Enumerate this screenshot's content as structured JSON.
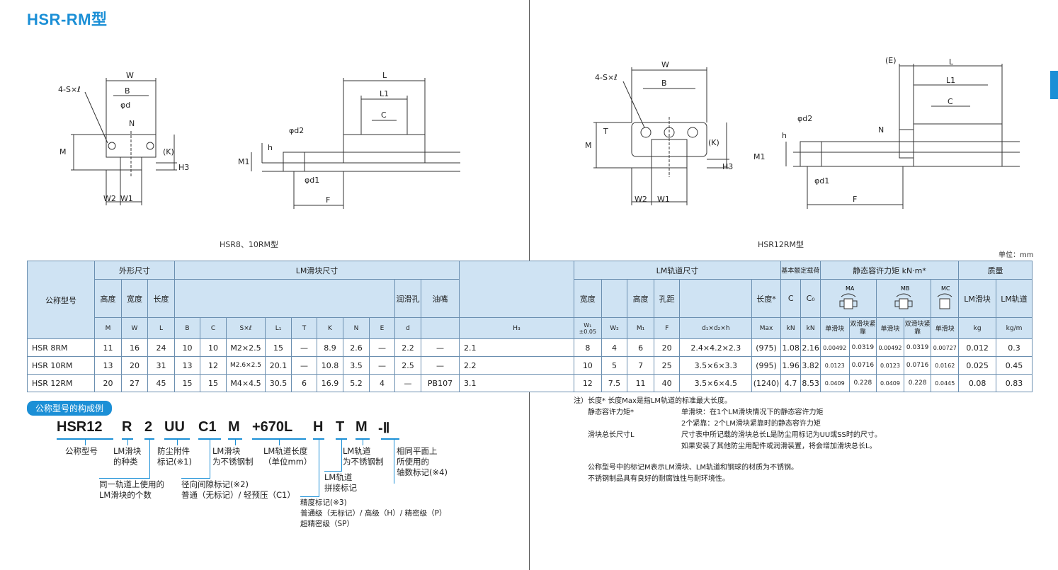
{
  "title": "HSR-RM型",
  "captions": {
    "left": "HSR8、10RM型",
    "right": "HSR12RM型",
    "unit": "单位：mm"
  },
  "dim_labels": {
    "W": "W",
    "B": "B",
    "d": "φd",
    "N": "N",
    "M": "M",
    "K": "(K)",
    "H3": "H3",
    "W2": "W2",
    "W1": "W1",
    "S": "4-S×ℓ",
    "L": "L",
    "L1": "L1",
    "C": "C",
    "d2": "φd2",
    "h": "h",
    "M1": "M1",
    "d1": "φd1",
    "F": "F",
    "E": "(E)",
    "T": "T"
  },
  "table_header": {
    "model": "公称型号",
    "outer": "外形尺寸",
    "block": "LM滑块尺寸",
    "rail": "LM轨道尺寸",
    "load": "基本额定载荷",
    "moment": "静态容许力矩 kN·m*",
    "mass": "质量",
    "height": "高度",
    "width": "宽度",
    "length": "长度",
    "oil_hole": "润滑孔",
    "nipple": "油嘴",
    "rail_width": "宽度",
    "rail_height": "高度",
    "pitch": "孔距",
    "rail_length": "长度*",
    "C": "C",
    "C0": "C₀",
    "MA": "MA",
    "MB": "MB",
    "MC": "MC",
    "block_mass": "LM滑块",
    "rail_mass": "LM轨道",
    "single": "单滑块",
    "double": "双滑块紧靠",
    "sym": {
      "M": "M",
      "W": "W",
      "L": "L",
      "B": "B",
      "C": "C",
      "S": "S×ℓ",
      "L1": "L₁",
      "T": "T",
      "K": "K",
      "N": "N",
      "E": "E",
      "d": "d",
      "H3": "H₃",
      "W1": "W₁",
      "W1tol": "±0.05",
      "W2": "W₂",
      "M1": "M₁",
      "F": "F",
      "d1d2h": "d₁×d₂×h",
      "max": "Max",
      "kN": "kN",
      "kN0": "kN",
      "kg": "kg",
      "kgm": "kg/m"
    }
  },
  "rows": [
    {
      "model": "HSR 8RM",
      "M": "11",
      "W": "16",
      "L": "24",
      "B": "10",
      "C": "10",
      "S": "M2×2.5",
      "L1": "15",
      "T": "—",
      "K": "8.9",
      "N": "2.6",
      "E": "—",
      "d": "2.2",
      "nipple": "—",
      "H3": "2.1",
      "W1": "8",
      "W2": "4",
      "M1": "6",
      "F": "20",
      "d1d2h": "2.4×4.2×2.3",
      "max": "(975)",
      "Cd": "1.08",
      "C0": "2.16",
      "MA1": "0.00492",
      "MA2": "0.0319",
      "MB1": "0.00492",
      "MB2": "0.0319",
      "MC1": "0.00727",
      "mblock": "0.012",
      "mrail": "0.3"
    },
    {
      "model": "HSR 10RM",
      "M": "13",
      "W": "20",
      "L": "31",
      "B": "13",
      "C": "12",
      "S": "M2.6×2.5",
      "L1": "20.1",
      "T": "—",
      "K": "10.8",
      "N": "3.5",
      "E": "—",
      "d": "2.5",
      "nipple": "—",
      "H3": "2.2",
      "W1": "10",
      "W2": "5",
      "M1": "7",
      "F": "25",
      "d1d2h": "3.5×6×3.3",
      "max": "(995)",
      "Cd": "1.96",
      "C0": "3.82",
      "MA1": "0.0123",
      "MA2": "0.0716",
      "MB1": "0.0123",
      "MB2": "0.0716",
      "MC1": "0.0162",
      "mblock": "0.025",
      "mrail": "0.45"
    },
    {
      "model": "HSR 12RM",
      "M": "20",
      "W": "27",
      "L": "45",
      "B": "15",
      "C": "15",
      "S": "M4×4.5",
      "L1": "30.5",
      "T": "6",
      "K": "16.9",
      "N": "5.2",
      "E": "4",
      "d": "—",
      "nipple": "PB107",
      "H3": "3.1",
      "W1": "12",
      "W2": "7.5",
      "M1": "11",
      "F": "40",
      "d1d2h": "3.5×6×4.5",
      "max": "(1240)",
      "Cd": "4.7",
      "C0": "8.53",
      "MA1": "0.0409",
      "MA2": "0.228",
      "MB1": "0.0409",
      "MB2": "0.228",
      "MC1": "0.0445",
      "mblock": "0.08",
      "mrail": "0.83"
    }
  ],
  "model_code": {
    "label": "公称型号的构成例",
    "parts": [
      "HSR12",
      "R",
      "2",
      "UU",
      "C1",
      "M",
      "+670L",
      "H",
      "T",
      "M",
      "-Ⅱ"
    ],
    "exp_model": "公称型号",
    "exp_block_type": [
      "LM滑块",
      "的种类"
    ],
    "exp_dust": [
      "防尘附件",
      "标记(※1)"
    ],
    "exp_block_ss": [
      "LM滑块",
      "为不锈钢制"
    ],
    "exp_rail_len": [
      "LM轨道长度",
      "（单位mm）"
    ],
    "exp_rail_ss": [
      "LM轨道",
      "为不锈钢制"
    ],
    "exp_axis": [
      "相同平面上",
      "所使用的",
      "轴数标记(※4)"
    ],
    "exp_count": [
      "同一轨道上使用的",
      "LM滑块的个数"
    ],
    "exp_clearance": [
      "径向间隙标记(※2)",
      "普通（无标记）/ 轻预压（C1）"
    ],
    "exp_joint": [
      "LM轨道",
      "拼接标记"
    ],
    "exp_accuracy": [
      "精度标记(※3)",
      "普通级（无标记）/ 高级（H）/ 精密级（P）",
      "超精密级（SP）"
    ]
  },
  "notes": {
    "n1_label": "注）长度*",
    "n1_text": "长度Max是指LM轨道的标准最大长度。",
    "n2_label": "静态容许力矩*",
    "n2_a": "单滑块：在1个LM滑块情况下的静态容许力矩",
    "n2_b": "2个紧靠：2个LM滑块紧靠时的静态容许力矩",
    "n3_label": "滑块总长尺寸L",
    "n3_a": "尺寸表中所记载的滑块总长L是防尘用标记为UU或SS时的尺寸。",
    "n3_b": "如果安装了其他防尘用配件或润滑装置，将会增加滑块总长L。",
    "n4": "公称型号中的标记M表示LM滑块、LM轨道和钢球的材质为不锈钢。",
    "n5": "不锈钢制品具有良好的耐腐蚀性与耐环境性。"
  },
  "colors": {
    "accent": "#1b8fd6",
    "header_bg": "#cfe3f3",
    "grid": "#6b8fb0"
  }
}
